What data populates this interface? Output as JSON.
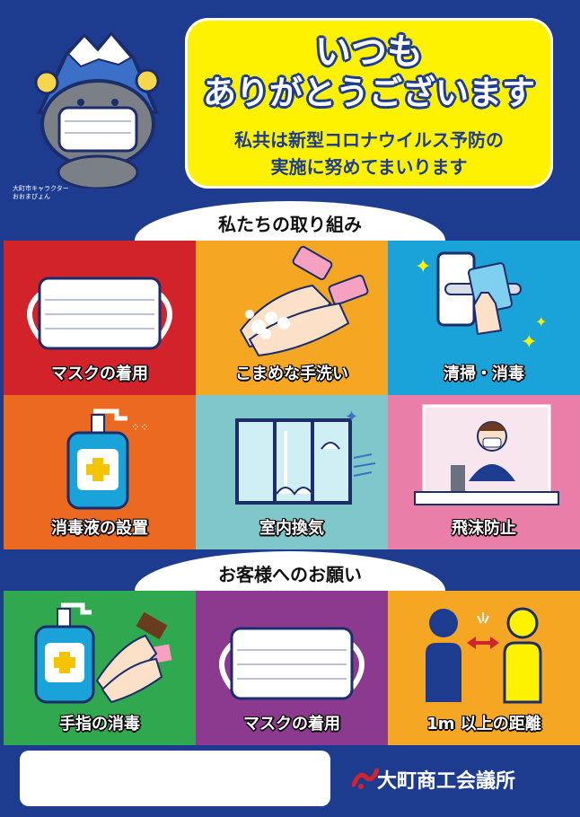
{
  "header": {
    "mascot_caption_1": "大町市キャラクター",
    "mascot_caption_2": "おおまぴょん",
    "greeting_line1": "いつも",
    "greeting_line2": "ありがとうございます",
    "message_line1": "私共は新型コロナウイルス予防の",
    "message_line2": "実施に努めてまいります"
  },
  "section1": {
    "heading": "私たちの取り組み",
    "tiles": [
      {
        "label": "マスクの着用",
        "color": "#d2232a",
        "icon": "mask-icon"
      },
      {
        "label": "こまめな手洗い",
        "color": "#f5a623",
        "icon": "handwash-icon"
      },
      {
        "label": "清掃・消毒",
        "color": "#1aa3d9",
        "icon": "cleaning-icon"
      },
      {
        "label": "消毒液の設置",
        "color": "#ec6a1f",
        "icon": "sanitizer-bottle-icon"
      },
      {
        "label": "室内換気",
        "color": "#7fc7c9",
        "icon": "window-ventilation-icon"
      },
      {
        "label": "飛沫防止",
        "color": "#e97fa8",
        "icon": "partition-icon"
      }
    ]
  },
  "section2": {
    "heading": "お客様へのお願い",
    "tiles": [
      {
        "label": "手指の消毒",
        "color": "#2fa84f",
        "icon": "hand-sanitizing-icon"
      },
      {
        "label": "マスクの着用",
        "color": "#8b3a8f",
        "icon": "mask-icon"
      },
      {
        "label": "1m 以上の距離",
        "color": "#f5a623",
        "icon": "distance-icon"
      }
    ]
  },
  "footer": {
    "org_name": "大町商工会議所"
  }
}
